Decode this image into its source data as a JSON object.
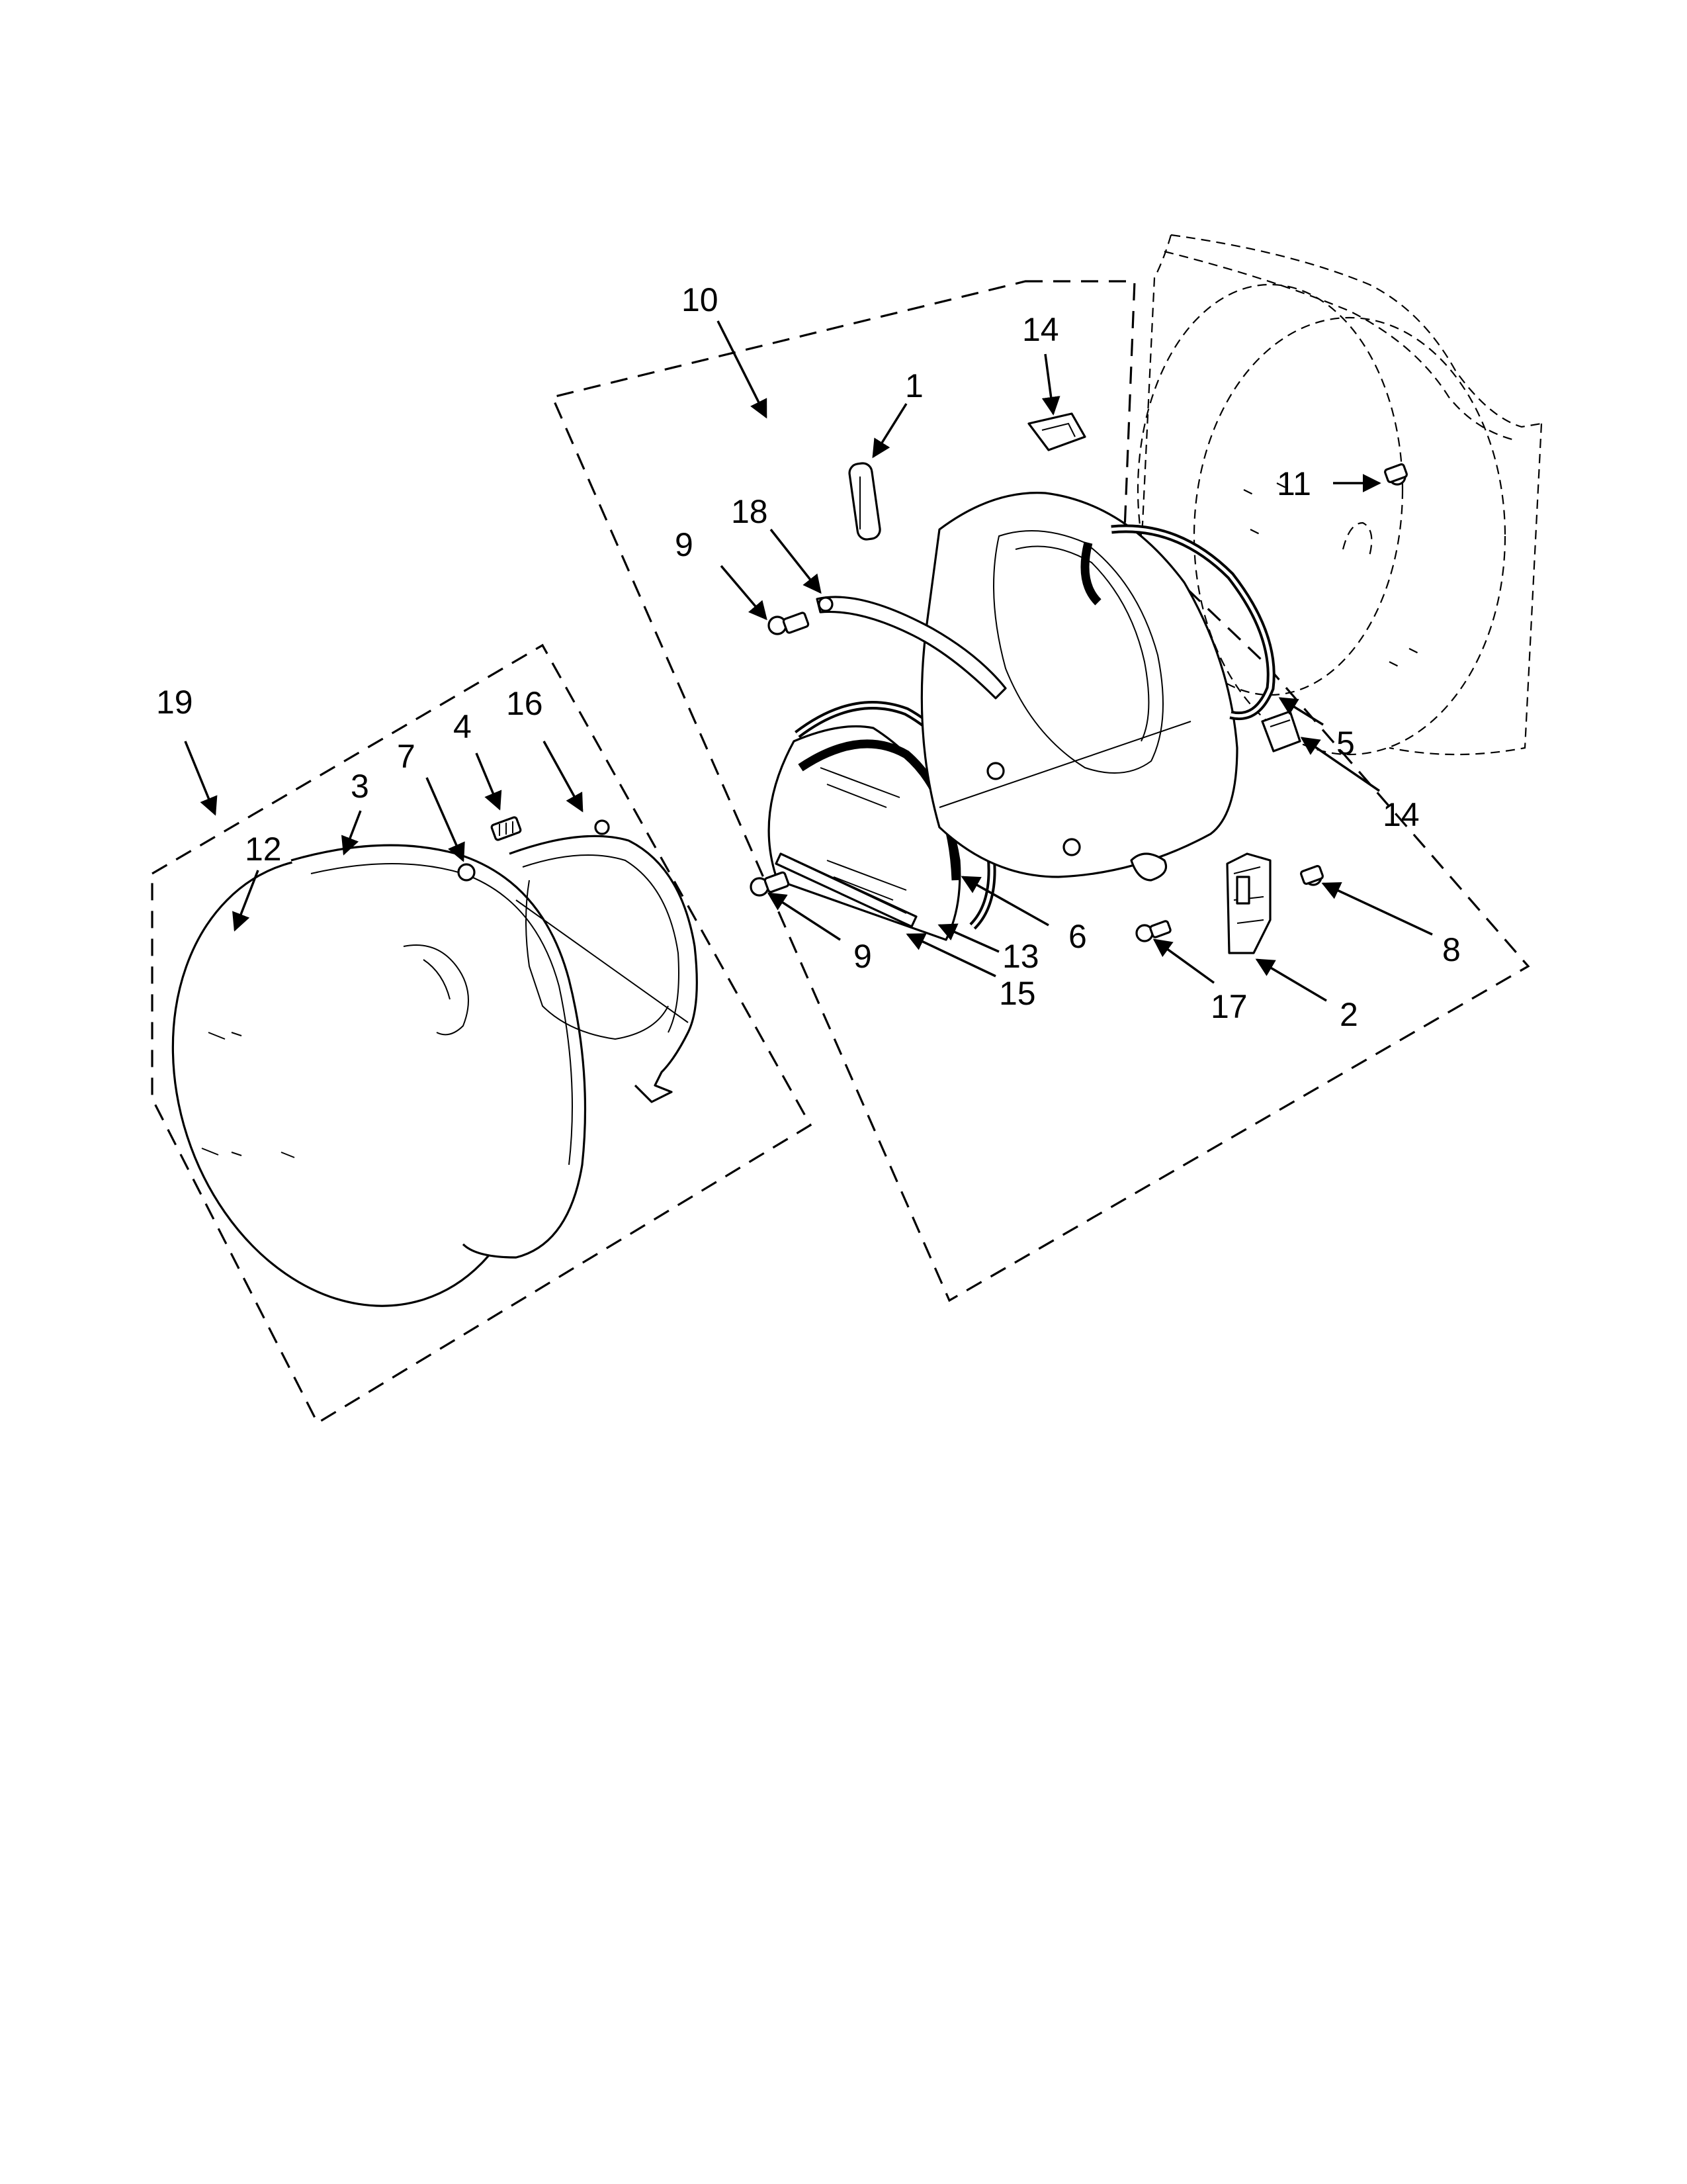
{
  "callouts": [
    {
      "id": "c1",
      "label": "1"
    },
    {
      "id": "c2",
      "label": "2"
    },
    {
      "id": "c3",
      "label": "3"
    },
    {
      "id": "c4",
      "label": "4"
    },
    {
      "id": "c5",
      "label": "5"
    },
    {
      "id": "c6",
      "label": "6"
    },
    {
      "id": "c7",
      "label": "7"
    },
    {
      "id": "c8",
      "label": "8"
    },
    {
      "id": "c9a",
      "label": "9"
    },
    {
      "id": "c9b",
      "label": "9"
    },
    {
      "id": "c10",
      "label": "10"
    },
    {
      "id": "c11",
      "label": "11"
    },
    {
      "id": "c12",
      "label": "12"
    },
    {
      "id": "c13",
      "label": "13"
    },
    {
      "id": "c14a",
      "label": "14"
    },
    {
      "id": "c14b",
      "label": "14"
    },
    {
      "id": "c15",
      "label": "15"
    },
    {
      "id": "c16",
      "label": "16"
    },
    {
      "id": "c17",
      "label": "17"
    },
    {
      "id": "c18",
      "label": "18"
    },
    {
      "id": "c19",
      "label": "19"
    }
  ]
}
